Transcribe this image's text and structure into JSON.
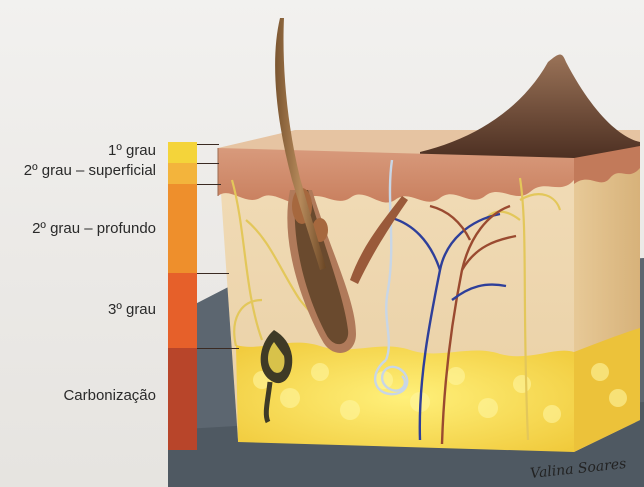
{
  "levels": [
    {
      "label": "1º grau",
      "color": "#f4d43a"
    },
    {
      "label": "2º grau – superficial",
      "color": "#f3b43c"
    },
    {
      "label": "2º grau – profundo",
      "color": "#ee8f2c"
    },
    {
      "label": "3º grau",
      "color": "#e6602a"
    },
    {
      "label": "Carbonização",
      "color": "#b8452a"
    }
  ],
  "signature": "Valina Soares"
}
